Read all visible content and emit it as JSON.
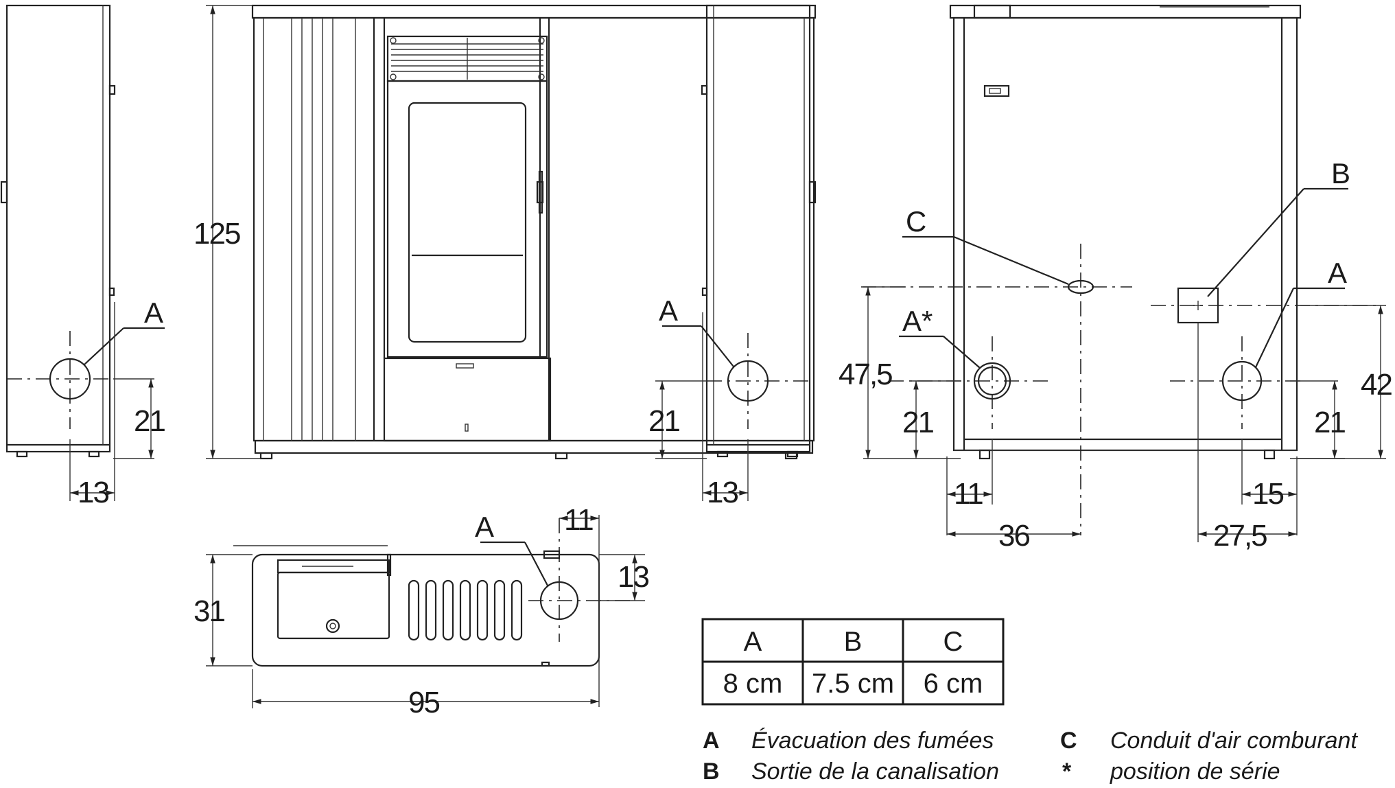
{
  "dimensions": {
    "total_height": "125",
    "left_side_height": "21",
    "left_side_offset": "13",
    "right_side_height": "21",
    "right_side_offset": "13",
    "back_c_height": "47,5",
    "back_astar_height": "21",
    "back_astar_offset": "11",
    "back_c_offset": "36",
    "back_a_height": "21",
    "back_b_height": "42",
    "back_a_offset": "15",
    "back_b_offset": "27,5",
    "top_a_offset_x": "11",
    "top_a_offset_y": "13",
    "top_depth": "31",
    "top_width": "95"
  },
  "labels": {
    "left_side_a": "A",
    "right_side_a": "A",
    "back_c": "C",
    "back_b": "B",
    "back_a": "A",
    "back_astar": "A*",
    "top_a": "A"
  },
  "table": {
    "headers": [
      "A",
      "B",
      "C"
    ],
    "values": [
      "8 cm",
      "7.5 cm",
      "6 cm"
    ]
  },
  "legend": [
    {
      "key": "A",
      "text": "Évacuation des fumées"
    },
    {
      "key": "B",
      "text": "Sortie de la canalisation"
    },
    {
      "key": "C",
      "text": "Conduit d'air comburant"
    },
    {
      "key": "*",
      "text": "position de série"
    }
  ]
}
